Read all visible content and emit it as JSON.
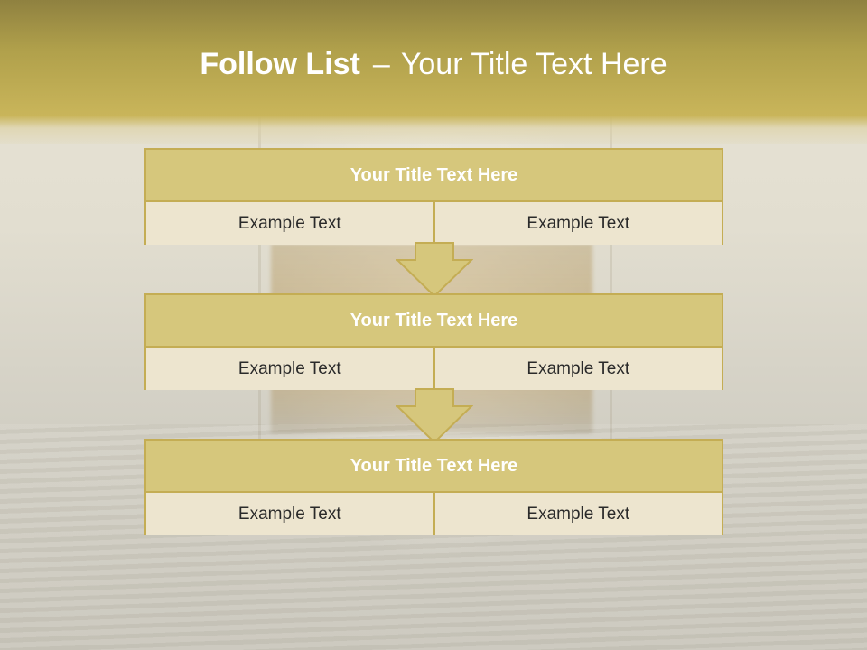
{
  "slide": {
    "title_bold": "Follow List",
    "title_separator": "–",
    "title_rest": "Your Title Text Here"
  },
  "blocks": [
    {
      "title": "Your Title Text Here",
      "left": "Example Text",
      "right": "Example Text"
    },
    {
      "title": "Your Title Text Here",
      "left": "Example Text",
      "right": "Example Text"
    },
    {
      "title": "Your Title Text Here",
      "left": "Example Text",
      "right": "Example Text"
    }
  ],
  "colors": {
    "header_gold": "#b0a04b",
    "block_head_fill": "#d6c77c",
    "block_border": "#c4ad54",
    "block_cell_fill": "#ede5cf"
  },
  "icons": [
    "down-arrow-icon",
    "down-arrow-icon"
  ]
}
